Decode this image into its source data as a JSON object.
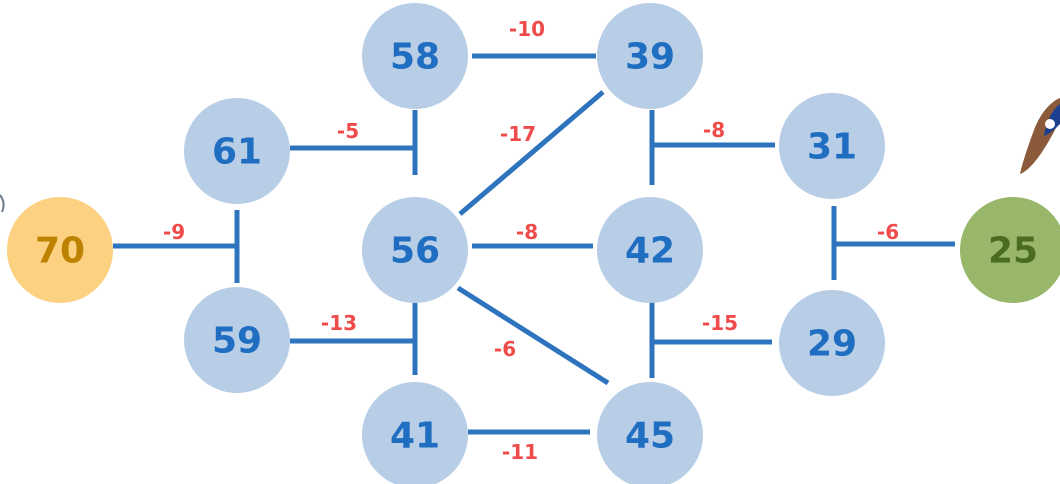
{
  "colors": {
    "node_fill": "#b8cde6",
    "node_text": "#1f6ec1",
    "start_fill": "#fcd181",
    "start_text": "#bd8300",
    "end_fill": "#98b76a",
    "end_text": "#4b6b22",
    "edge": "#2e73bd",
    "weight_text": "#f04b4b"
  },
  "nodes": [
    {
      "id": "n70",
      "label": "70",
      "role": "start"
    },
    {
      "id": "n61",
      "label": "61"
    },
    {
      "id": "n59",
      "label": "59"
    },
    {
      "id": "n58",
      "label": "58"
    },
    {
      "id": "n56",
      "label": "56"
    },
    {
      "id": "n41",
      "label": "41"
    },
    {
      "id": "n39",
      "label": "39"
    },
    {
      "id": "n42",
      "label": "42"
    },
    {
      "id": "n45",
      "label": "45"
    },
    {
      "id": "n31",
      "label": "31"
    },
    {
      "id": "n29",
      "label": "29"
    },
    {
      "id": "n25",
      "label": "25",
      "role": "end"
    }
  ],
  "edges": [
    {
      "id": "e-70-61-59",
      "weight": "-9"
    },
    {
      "id": "e-61-56",
      "weight": "-5"
    },
    {
      "id": "e-59-56",
      "weight": "-13"
    },
    {
      "id": "e-58-39",
      "weight": "-10"
    },
    {
      "id": "e-56-39",
      "weight": "-17"
    },
    {
      "id": "e-56-42",
      "weight": "-8"
    },
    {
      "id": "e-56-45",
      "weight": "-6"
    },
    {
      "id": "e-41-45",
      "weight": "-11"
    },
    {
      "id": "e-39-31",
      "weight": "-8"
    },
    {
      "id": "e-45-29",
      "weight": "-15"
    },
    {
      "id": "e-31-25",
      "weight": "-6"
    }
  ]
}
